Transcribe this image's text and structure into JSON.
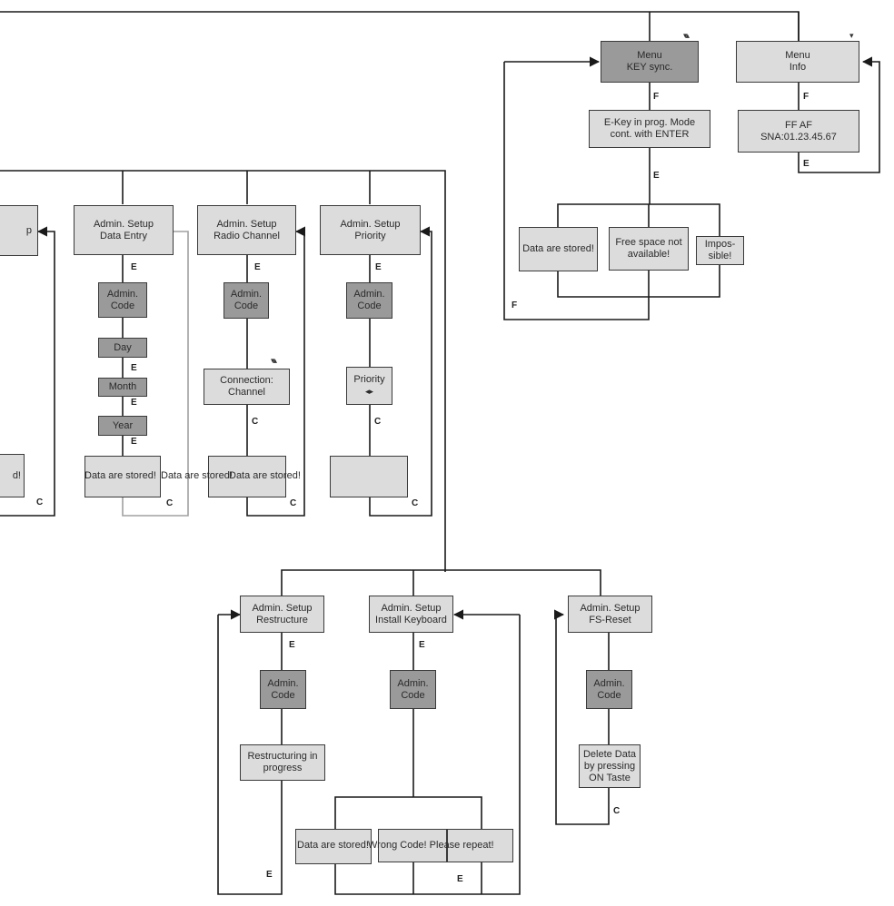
{
  "top_right": {
    "menu_keysync": "Menu\nKEY sync.",
    "menu_info": "Menu\nInfo",
    "ekey_prog": "E-Key in prog. Mode\ncont. with ENTER",
    "info_detail": "FF                    AF\nSNA:01.23.45.67",
    "stored": "Data are stored!",
    "no_space": "Free space not\navailable!",
    "impossible": "Impos-\nsible!",
    "keysync_marker": "▾▴",
    "info_marker": "▾"
  },
  "admin_row": {
    "partial_admin": "p",
    "partial_stored": "d!",
    "data_entry": "Admin. Setup\nData Entry",
    "radio_channel": "Admin. Setup\nRadio Channel",
    "priority": "Admin. Setup\nPriority",
    "admin_code": "Admin.\nCode",
    "day": "Day",
    "month": "Month",
    "year": "Year",
    "stored": "Data are stored!",
    "connection_channel": "Connection:\nChannel",
    "connection_marker": "▾▴",
    "priority_field": "Priority",
    "priority_arrows": "◂▸",
    "priority_result": ""
  },
  "bottom_row": {
    "restructure": "Admin. Setup\nRestructure",
    "install_keyboard": "Admin. Setup\nInstall Keyboard",
    "fs_reset": "Admin. Setup\nFS-Reset",
    "admin_code": "Admin.\nCode",
    "restructuring": "Restructuring in\nprogress",
    "delete_data": "Delete Data\nby pressing\nON Taste",
    "stored": "Data are stored!",
    "wrong_code": "Wrong Code! Please repeat!",
    "wrong_code_box": ""
  },
  "edge_labels": {
    "e": "E",
    "f": "F",
    "c": "C"
  }
}
